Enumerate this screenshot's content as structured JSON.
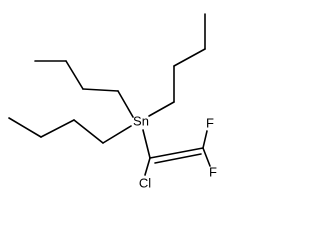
{
  "molecule": {
    "atoms": {
      "tin": "Sn",
      "chlorine": "Cl",
      "fluorine_top": "F",
      "fluorine_bottom": "F"
    }
  }
}
